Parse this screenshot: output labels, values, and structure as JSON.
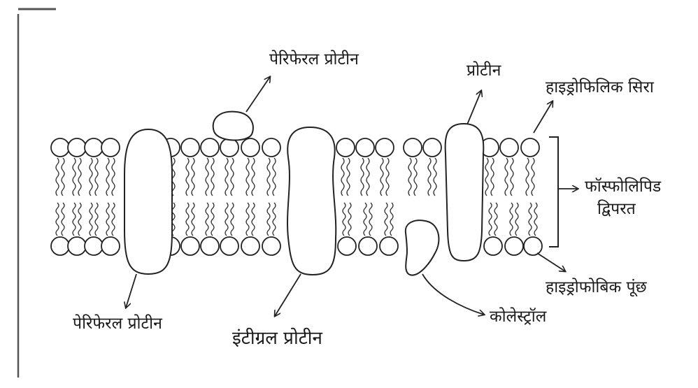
{
  "labels": {
    "peripheral_protein_top": "पेरिफेरल प्रोटीन",
    "protein": "प्रोटीन",
    "hydrophilic_head": "हाइड्रोफिलिक सिरा",
    "phospholipid_line1": "फॉस्फोलिपिड",
    "phospholipid_line2": "द्विपरत",
    "hydrophobic_tail": "हाइड्रोफोबिक पूंछ",
    "cholesterol": "कोलेस्ट्रॉल",
    "integral_protein": "इंटीग्रल प्रोटीन",
    "peripheral_protein_bottom": "पेरिफेरल प्रोटीन"
  }
}
